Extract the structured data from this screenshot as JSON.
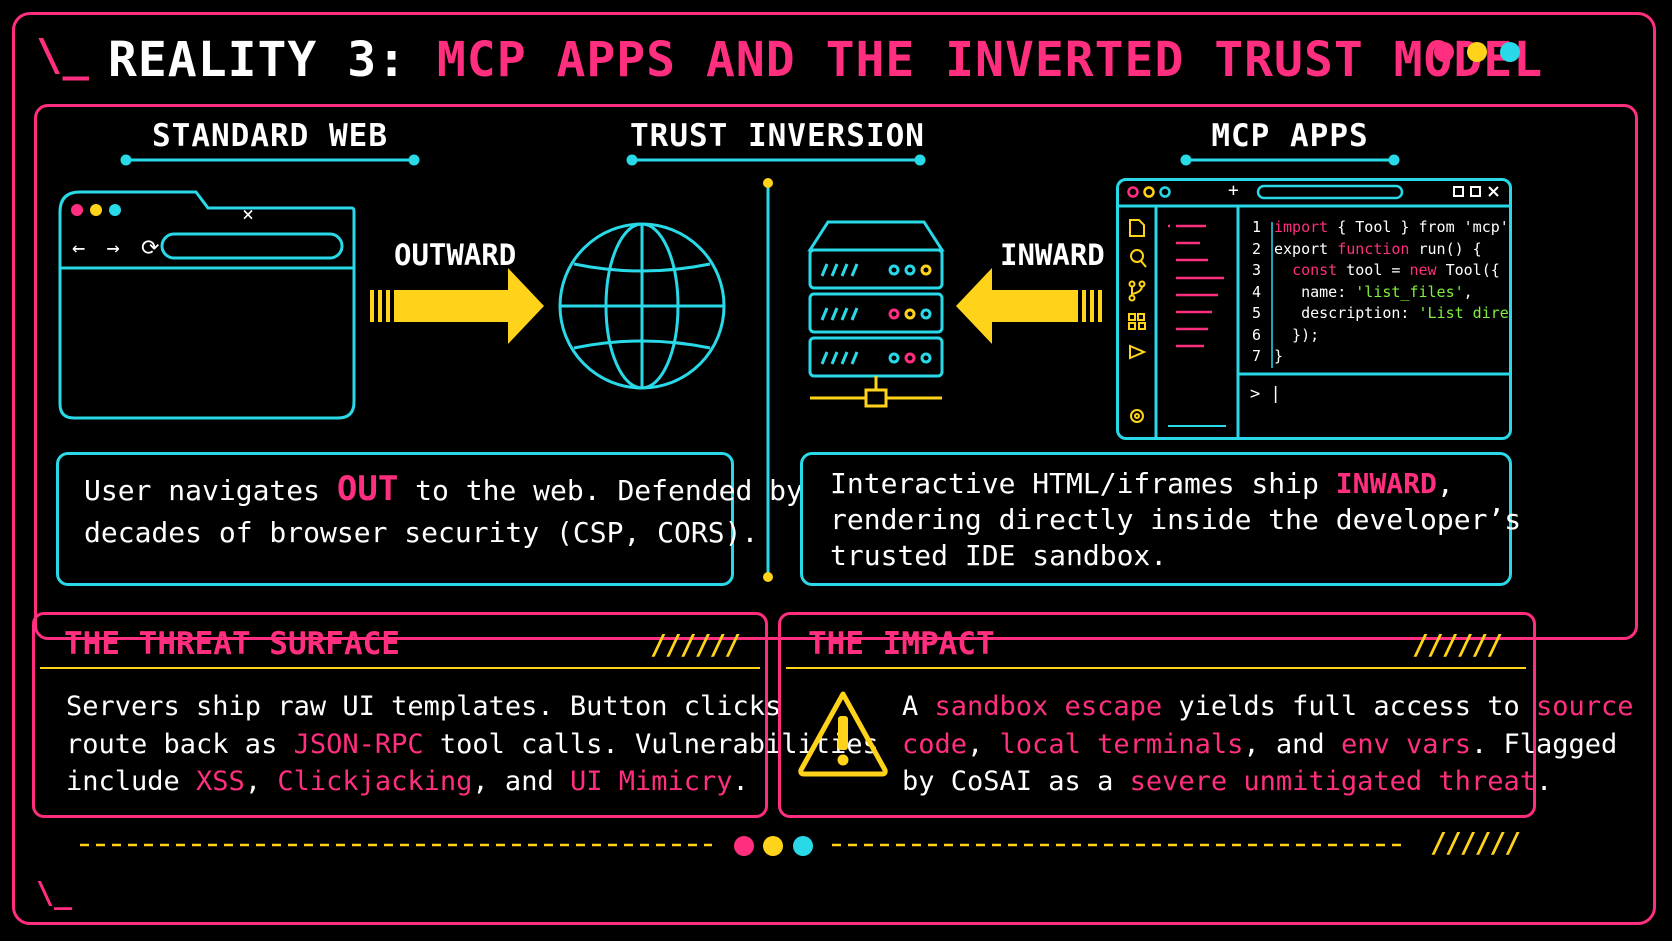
{
  "header": {
    "prompt": "\\_",
    "title_lead": "REALITY 3: ",
    "title_rest": "MCP APPS AND THE INVERTED TRUST MODEL"
  },
  "colors": {
    "pink": "#ff2e7e",
    "yellow": "#ffd319",
    "cyan": "#29d9e8",
    "code_string": "#7ef03a",
    "background": "#000000"
  },
  "sections": {
    "left": "STANDARD WEB",
    "center": "TRUST INVERSION",
    "right": "MCP APPS"
  },
  "flow": {
    "outward_label": "OUTWARD",
    "inward_label": "INWARD"
  },
  "icons": {
    "browser": "browser-window-icon",
    "globe": "globe-icon",
    "server": "server-rack-icon",
    "ide": "ide-window-icon",
    "warning": "warning-triangle-icon"
  },
  "browser": {
    "close_glyph": "×",
    "nav_glyphs": "← → ⟳"
  },
  "ide": {
    "code": [
      {
        "n": "1",
        "parts": [
          {
            "t": "import",
            "c": "kw"
          },
          {
            "t": " { Tool } from 'mcp';",
            "c": ""
          }
        ]
      },
      {
        "n": "2",
        "parts": [
          {
            "t": "export ",
            "c": ""
          },
          {
            "t": "function",
            "c": "kw"
          },
          {
            "t": " run() {",
            "c": ""
          }
        ]
      },
      {
        "n": "3",
        "parts": [
          {
            "t": "  ",
            "c": ""
          },
          {
            "t": "const",
            "c": "kw"
          },
          {
            "t": " tool = ",
            "c": ""
          },
          {
            "t": "new",
            "c": "kw"
          },
          {
            "t": " Tool({",
            "c": ""
          }
        ]
      },
      {
        "n": "4",
        "parts": [
          {
            "t": "   name: ",
            "c": ""
          },
          {
            "t": "'list_files'",
            "c": "str"
          },
          {
            "t": ",",
            "c": ""
          }
        ]
      },
      {
        "n": "5",
        "parts": [
          {
            "t": "   description: ",
            "c": ""
          },
          {
            "t": "'List directory'",
            "c": "str"
          },
          {
            "t": ",",
            "c": ""
          }
        ]
      },
      {
        "n": "6",
        "parts": [
          {
            "t": "  });",
            "c": ""
          }
        ]
      },
      {
        "n": "7",
        "parts": [
          {
            "t": "}",
            "c": ""
          }
        ]
      }
    ],
    "terminal_prompt": "> |",
    "new_tab": "+"
  },
  "descriptions": {
    "left": {
      "line1_a": "User navigates ",
      "line1_hl": "OUT",
      "line1_b": " to the web. Defended by",
      "line2": "decades of browser security (CSP, CORS)."
    },
    "right": {
      "line1_a": "Interactive HTML/iframes ship ",
      "line1_hl": "INWARD",
      "line1_b": ",",
      "line2": "rendering directly inside the developer’s",
      "line3": "trusted IDE sandbox."
    }
  },
  "threat": {
    "title": "THE THREAT SURFACE",
    "hatch": "//////",
    "l1": "Servers ship raw UI templates. Button clicks",
    "l2_a": "route back as ",
    "l2_hl": "JSON-RPC",
    "l2_b": " tool calls. Vulnerabilities",
    "l3_a": "include ",
    "l3_hl1": "XSS",
    "l3_b": ", ",
    "l3_hl2": "Clickjacking",
    "l3_c": ", and ",
    "l3_hl3": "UI Mimicry",
    "l3_d": "."
  },
  "impact": {
    "title": "THE IMPACT",
    "hatch": "//////",
    "l1_a": "A ",
    "l1_hl1": "sandbox escape",
    "l1_b": " yields full access to ",
    "l1_hl2": "source",
    "l2_hl1": "code",
    "l2_a": ", ",
    "l2_hl2": "local terminals",
    "l2_b": ", and ",
    "l2_hl3": "env vars",
    "l2_c": ". Flagged",
    "l3_a": "by CoSAI as a ",
    "l3_hl": "severe unmitigated threat",
    "l3_b": "."
  },
  "footer": {
    "prompt": "\\_",
    "hatch": "//////"
  }
}
